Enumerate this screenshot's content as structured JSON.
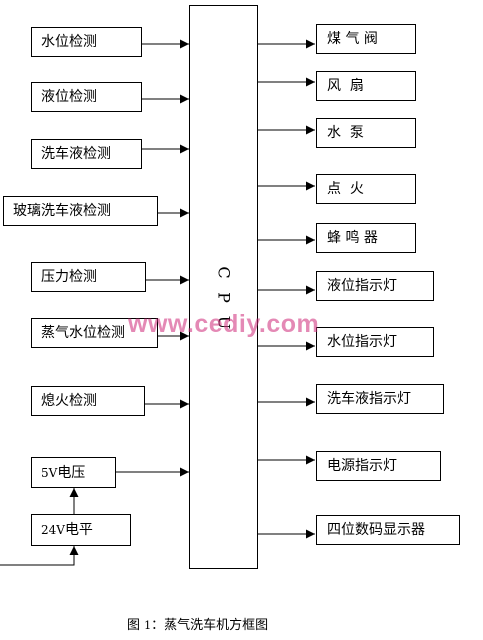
{
  "inputs": [
    {
      "label": "水位检测"
    },
    {
      "label": "液位检测"
    },
    {
      "label": "洗车液检测"
    },
    {
      "label": "玻璃洗车液检测"
    },
    {
      "label": "压力检测"
    },
    {
      "label": "蒸气水位检测"
    },
    {
      "label": "熄火检测"
    }
  ],
  "power": {
    "v5": {
      "num": "5V",
      "text": "电压"
    },
    "v24": {
      "num": "24V",
      "text": "电平"
    }
  },
  "cpu": {
    "letters": [
      "C",
      "P",
      "U"
    ]
  },
  "outputs": [
    {
      "label": "煤 气 阀"
    },
    {
      "label": "风  扇"
    },
    {
      "label": "水  泵"
    },
    {
      "label": "点  火"
    },
    {
      "label": "蜂 鸣 器"
    },
    {
      "label": "液位指示灯"
    },
    {
      "label": "水位指示灯"
    },
    {
      "label": "洗车液指示灯"
    },
    {
      "label": "电源指示灯"
    },
    {
      "label": "四位数码显示器"
    }
  ],
  "watermark": "www.cediy.com",
  "caption": {
    "prefix": "图",
    "number": "1",
    "text": "：蒸气洗车机方框图"
  }
}
